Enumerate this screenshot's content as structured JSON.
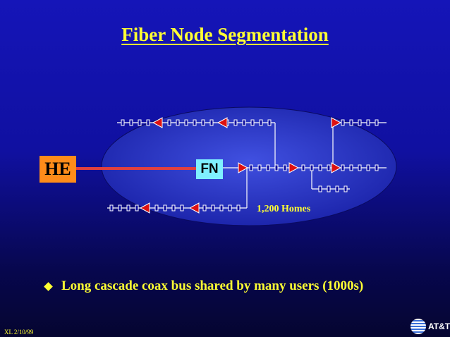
{
  "title": "Fiber Node Segmentation",
  "nodes": {
    "headend": "HE",
    "fiber_node": "FN"
  },
  "coverage_label": "1,200 Homes",
  "bullet": "Long cascade coax bus shared by many users (1000s)",
  "footer": "XL   2/10/99",
  "logo_text": "AT&T",
  "colors": {
    "background": "#1010a0",
    "title": "#ffff33",
    "headend_box": "#ff8c1a",
    "fiber_node_box": "#7ff0ff",
    "fiber_link": "#e04040",
    "amplifier": "#dd1111",
    "coax_line": "#ffffff",
    "service_area": "#2a37c8"
  }
}
